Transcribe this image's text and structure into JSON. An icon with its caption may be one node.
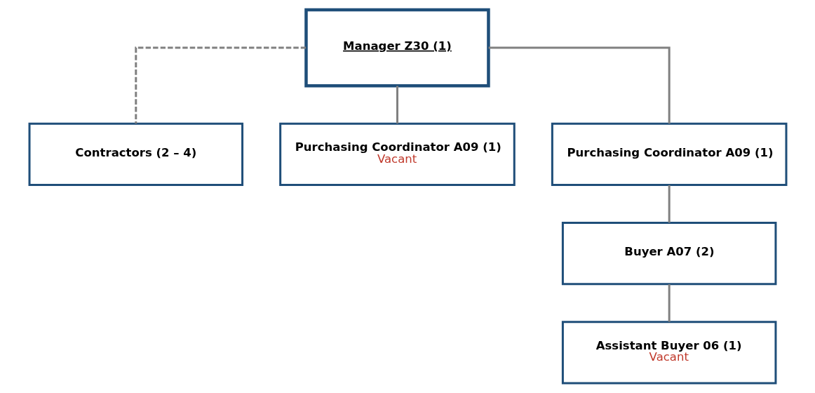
{
  "diagram": {
    "nodes": [
      {
        "text": [
          "Manager Z30 (1)"
        ]
      },
      {
        "text": [
          "Contractors (2 – 4)"
        ]
      },
      {
        "text": [
          "Purchasing Coordinator A09 (1)",
          "Vacant"
        ]
      },
      {
        "text": [
          "Purchasing Coordinator A09 (1)"
        ]
      },
      {
        "text": [
          "Buyer A07 (2)"
        ]
      },
      {
        "text": [
          "Assistant Buyer 06 (1)",
          "Vacant"
        ]
      }
    ],
    "edges": [
      {
        "from": 0,
        "to": 1,
        "arrow": "none",
        "style": "dashed"
      },
      {
        "from": 0,
        "to": 2,
        "arrow": "none"
      },
      {
        "from": 0,
        "to": 3,
        "arrow": "none"
      },
      {
        "from": 3,
        "to": 4,
        "arrow": "none"
      },
      {
        "from": 4,
        "to": 5,
        "arrow": "none"
      }
    ]
  }
}
